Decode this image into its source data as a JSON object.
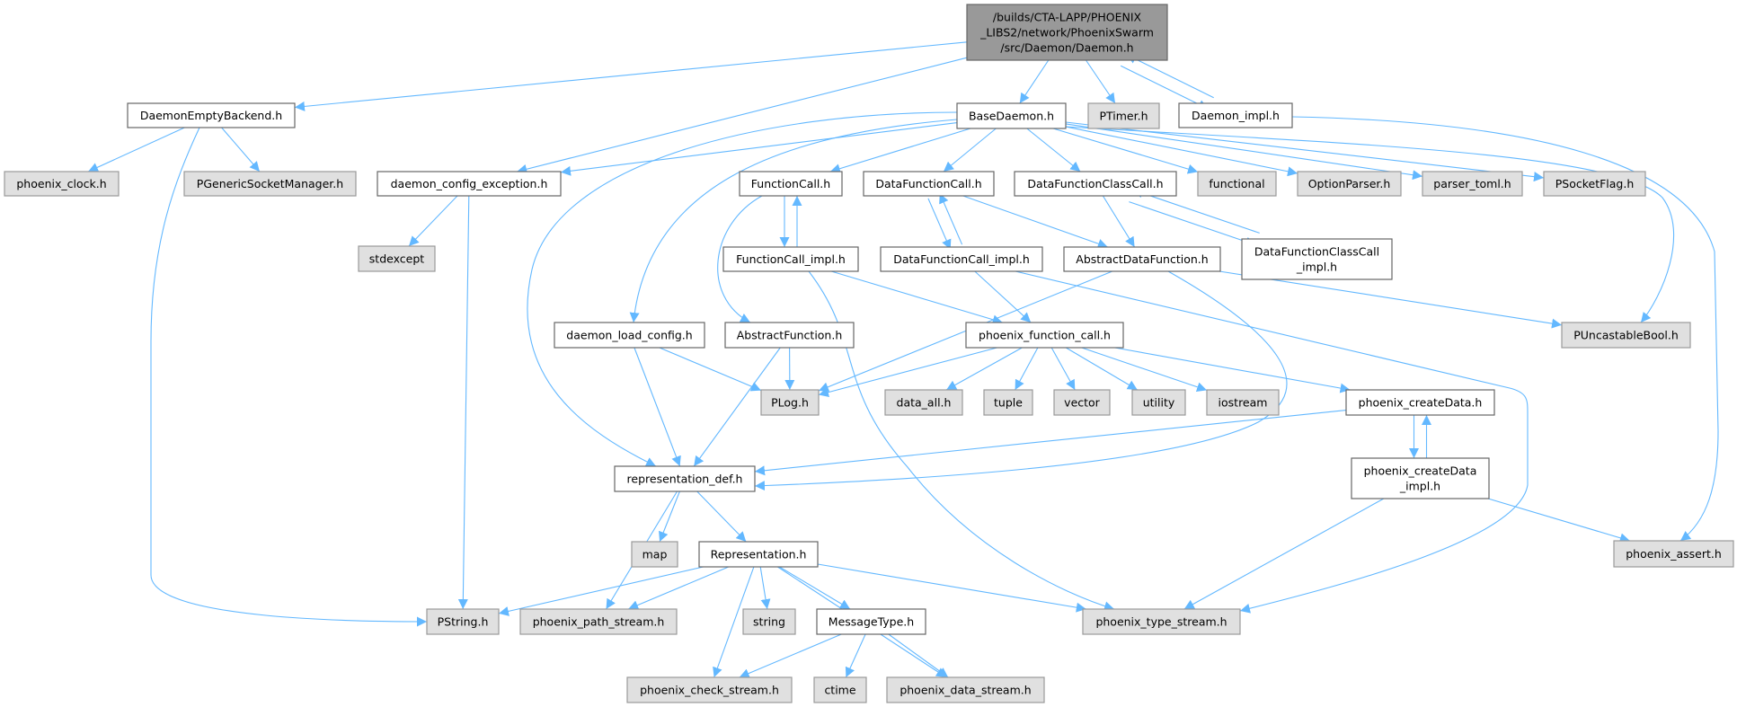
{
  "colors": {
    "edge": "#63B8FF",
    "root_fill": "#999999",
    "root_border": "#666666",
    "documented_fill": "#FFFFFF",
    "documented_border": "#666666",
    "external_fill": "#E0E0E0",
    "external_border": "#999999"
  },
  "nodes": [
    {
      "id": "root",
      "kind": "root",
      "lines": [
        "/builds/CTA-LAPP/PHOENIX",
        "_LIBS2/network/PhoenixSwarm",
        "/src/Daemon/Daemon.h"
      ]
    },
    {
      "id": "DaemonEmptyBackend",
      "kind": "documented",
      "lines": [
        "DaemonEmptyBackend.h"
      ]
    },
    {
      "id": "BaseDaemon",
      "kind": "documented",
      "lines": [
        "BaseDaemon.h"
      ]
    },
    {
      "id": "PTimer",
      "kind": "external",
      "lines": [
        "PTimer.h"
      ]
    },
    {
      "id": "Daemon_impl",
      "kind": "documented",
      "lines": [
        "Daemon_impl.h"
      ]
    },
    {
      "id": "phoenix_clock",
      "kind": "external",
      "lines": [
        "phoenix_clock.h"
      ]
    },
    {
      "id": "PGenericSocketManager",
      "kind": "external",
      "lines": [
        "PGenericSocketManager.h"
      ]
    },
    {
      "id": "daemon_config_exception",
      "kind": "documented",
      "lines": [
        "daemon_config_exception.h"
      ]
    },
    {
      "id": "FunctionCall",
      "kind": "documented",
      "lines": [
        "FunctionCall.h"
      ]
    },
    {
      "id": "DataFunctionCall",
      "kind": "documented",
      "lines": [
        "DataFunctionCall.h"
      ]
    },
    {
      "id": "DataFunctionClassCall",
      "kind": "documented",
      "lines": [
        "DataFunctionClassCall.h"
      ]
    },
    {
      "id": "functional",
      "kind": "external",
      "lines": [
        "functional"
      ]
    },
    {
      "id": "OptionParser",
      "kind": "external",
      "lines": [
        "OptionParser.h"
      ]
    },
    {
      "id": "parser_toml",
      "kind": "external",
      "lines": [
        "parser_toml.h"
      ]
    },
    {
      "id": "PSocketFlag",
      "kind": "external",
      "lines": [
        "PSocketFlag.h"
      ]
    },
    {
      "id": "stdexcept",
      "kind": "external",
      "lines": [
        "stdexcept"
      ]
    },
    {
      "id": "FunctionCall_impl",
      "kind": "documented",
      "lines": [
        "FunctionCall_impl.h"
      ]
    },
    {
      "id": "DataFunctionCall_impl",
      "kind": "documented",
      "lines": [
        "DataFunctionCall_impl.h"
      ]
    },
    {
      "id": "AbstractDataFunction",
      "kind": "documented",
      "lines": [
        "AbstractDataFunction.h"
      ]
    },
    {
      "id": "DataFunctionClassCall_impl",
      "kind": "documented",
      "lines": [
        "DataFunctionClassCall",
        "_impl.h"
      ]
    },
    {
      "id": "daemon_load_config",
      "kind": "documented",
      "lines": [
        "daemon_load_config.h"
      ]
    },
    {
      "id": "AbstractFunction",
      "kind": "documented",
      "lines": [
        "AbstractFunction.h"
      ]
    },
    {
      "id": "phoenix_function_call",
      "kind": "documented",
      "lines": [
        "phoenix_function_call.h"
      ]
    },
    {
      "id": "PUncastableBool",
      "kind": "external",
      "lines": [
        "PUncastableBool.h"
      ]
    },
    {
      "id": "PLog",
      "kind": "external",
      "lines": [
        "PLog.h"
      ]
    },
    {
      "id": "data_all",
      "kind": "external",
      "lines": [
        "data_all.h"
      ]
    },
    {
      "id": "tuple",
      "kind": "external",
      "lines": [
        "tuple"
      ]
    },
    {
      "id": "vector",
      "kind": "external",
      "lines": [
        "vector"
      ]
    },
    {
      "id": "utility",
      "kind": "external",
      "lines": [
        "utility"
      ]
    },
    {
      "id": "iostream",
      "kind": "external",
      "lines": [
        "iostream"
      ]
    },
    {
      "id": "phoenix_createData",
      "kind": "documented",
      "lines": [
        "phoenix_createData.h"
      ]
    },
    {
      "id": "representation_def",
      "kind": "documented",
      "lines": [
        "representation_def.h"
      ]
    },
    {
      "id": "phoenix_createData_impl",
      "kind": "documented",
      "lines": [
        "phoenix_createData",
        "_impl.h"
      ]
    },
    {
      "id": "map",
      "kind": "external",
      "lines": [
        "map"
      ]
    },
    {
      "id": "Representation",
      "kind": "documented",
      "lines": [
        "Representation.h"
      ]
    },
    {
      "id": "phoenix_assert",
      "kind": "external",
      "lines": [
        "phoenix_assert.h"
      ]
    },
    {
      "id": "PString",
      "kind": "external",
      "lines": [
        "PString.h"
      ]
    },
    {
      "id": "phoenix_path_stream",
      "kind": "external",
      "lines": [
        "phoenix_path_stream.h"
      ]
    },
    {
      "id": "string",
      "kind": "external",
      "lines": [
        "string"
      ]
    },
    {
      "id": "MessageType",
      "kind": "documented",
      "lines": [
        "MessageType.h"
      ]
    },
    {
      "id": "phoenix_type_stream",
      "kind": "external",
      "lines": [
        "phoenix_type_stream.h"
      ]
    },
    {
      "id": "phoenix_check_stream",
      "kind": "external",
      "lines": [
        "phoenix_check_stream.h"
      ]
    },
    {
      "id": "ctime",
      "kind": "external",
      "lines": [
        "ctime"
      ]
    },
    {
      "id": "phoenix_data_stream",
      "kind": "external",
      "lines": [
        "phoenix_data_stream.h"
      ]
    }
  ],
  "edges": [
    [
      "root",
      "DaemonEmptyBackend"
    ],
    [
      "root",
      "daemon_config_exception"
    ],
    [
      "root",
      "BaseDaemon"
    ],
    [
      "root",
      "PTimer"
    ],
    [
      "root",
      "Daemon_impl"
    ],
    [
      "Daemon_impl",
      "root"
    ],
    [
      "Daemon_impl",
      "phoenix_assert"
    ],
    [
      "DaemonEmptyBackend",
      "phoenix_clock"
    ],
    [
      "DaemonEmptyBackend",
      "PGenericSocketManager"
    ],
    [
      "DaemonEmptyBackend",
      "PString"
    ],
    [
      "daemon_config_exception",
      "stdexcept"
    ],
    [
      "daemon_config_exception",
      "PString"
    ],
    [
      "BaseDaemon",
      "daemon_config_exception"
    ],
    [
      "BaseDaemon",
      "FunctionCall"
    ],
    [
      "BaseDaemon",
      "DataFunctionCall"
    ],
    [
      "BaseDaemon",
      "DataFunctionClassCall"
    ],
    [
      "BaseDaemon",
      "functional"
    ],
    [
      "BaseDaemon",
      "OptionParser"
    ],
    [
      "BaseDaemon",
      "parser_toml"
    ],
    [
      "BaseDaemon",
      "PSocketFlag"
    ],
    [
      "BaseDaemon",
      "PUncastableBool"
    ],
    [
      "BaseDaemon",
      "daemon_load_config"
    ],
    [
      "BaseDaemon",
      "representation_def"
    ],
    [
      "FunctionCall",
      "FunctionCall_impl"
    ],
    [
      "FunctionCall",
      "AbstractFunction"
    ],
    [
      "FunctionCall_impl",
      "FunctionCall"
    ],
    [
      "FunctionCall_impl",
      "phoenix_function_call"
    ],
    [
      "FunctionCall_impl",
      "phoenix_type_stream"
    ],
    [
      "DataFunctionCall",
      "DataFunctionCall_impl"
    ],
    [
      "DataFunctionCall",
      "AbstractDataFunction"
    ],
    [
      "DataFunctionCall_impl",
      "DataFunctionCall"
    ],
    [
      "DataFunctionCall_impl",
      "phoenix_function_call"
    ],
    [
      "DataFunctionCall_impl",
      "phoenix_type_stream"
    ],
    [
      "DataFunctionClassCall",
      "AbstractDataFunction"
    ],
    [
      "DataFunctionClassCall",
      "DataFunctionClassCall_impl"
    ],
    [
      "DataFunctionClassCall_impl",
      "DataFunctionClassCall"
    ],
    [
      "AbstractDataFunction",
      "PLog"
    ],
    [
      "AbstractDataFunction",
      "PUncastableBool"
    ],
    [
      "AbstractDataFunction",
      "representation_def"
    ],
    [
      "daemon_load_config",
      "PLog"
    ],
    [
      "daemon_load_config",
      "representation_def"
    ],
    [
      "AbstractFunction",
      "PLog"
    ],
    [
      "AbstractFunction",
      "representation_def"
    ],
    [
      "phoenix_function_call",
      "PLog"
    ],
    [
      "phoenix_function_call",
      "data_all"
    ],
    [
      "phoenix_function_call",
      "tuple"
    ],
    [
      "phoenix_function_call",
      "vector"
    ],
    [
      "phoenix_function_call",
      "utility"
    ],
    [
      "phoenix_function_call",
      "iostream"
    ],
    [
      "phoenix_function_call",
      "phoenix_createData"
    ],
    [
      "phoenix_createData",
      "representation_def"
    ],
    [
      "phoenix_createData",
      "phoenix_createData_impl"
    ],
    [
      "phoenix_createData_impl",
      "phoenix_createData"
    ],
    [
      "phoenix_createData_impl",
      "phoenix_type_stream"
    ],
    [
      "phoenix_createData_impl",
      "phoenix_assert"
    ],
    [
      "representation_def",
      "map"
    ],
    [
      "representation_def",
      "Representation"
    ],
    [
      "representation_def",
      "phoenix_path_stream"
    ],
    [
      "Representation",
      "PString"
    ],
    [
      "Representation",
      "phoenix_path_stream"
    ],
    [
      "Representation",
      "phoenix_check_stream"
    ],
    [
      "Representation",
      "string"
    ],
    [
      "Representation",
      "MessageType"
    ],
    [
      "Representation",
      "phoenix_data_stream"
    ],
    [
      "Representation",
      "phoenix_type_stream"
    ],
    [
      "MessageType",
      "phoenix_check_stream"
    ],
    [
      "MessageType",
      "ctime"
    ],
    [
      "MessageType",
      "phoenix_data_stream"
    ]
  ]
}
